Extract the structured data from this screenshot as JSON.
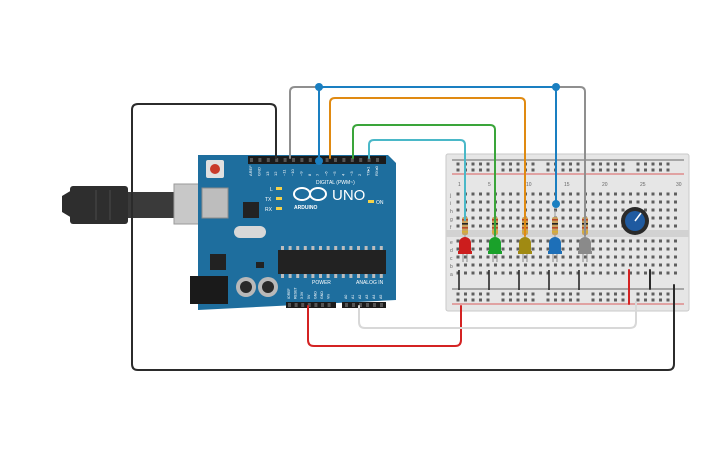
{
  "board": {
    "brand": "UNO",
    "logo_text": "ARDUINO",
    "digital_header": "DIGITAL (PWM~)",
    "power_label": "POWER",
    "analog_label": "ANALOG IN",
    "on_label": "ON",
    "led_labels": [
      "L",
      "TX",
      "RX"
    ],
    "top_pins": [
      "AREF",
      "GND",
      "13",
      "12",
      "~11",
      "~10",
      "~9",
      "8",
      "7",
      "~6",
      "~5",
      "4",
      "~3",
      "2",
      "TX▸1",
      "RX◂0"
    ],
    "power_pins": [
      "IOREF",
      "RESET",
      "3.3V",
      "5V",
      "GND",
      "GND",
      "Vin"
    ],
    "analog_pins": [
      "A0",
      "A1",
      "A2",
      "A3",
      "A4",
      "A5"
    ]
  },
  "breadboard": {
    "row_letters_top": [
      "j",
      "i",
      "h",
      "g",
      "f"
    ],
    "row_letters_bottom": [
      "e",
      "d",
      "c",
      "b",
      "a"
    ],
    "column_numbers": [
      "1",
      "5",
      "10",
      "15",
      "20",
      "25",
      "30"
    ]
  },
  "components": {
    "leds": [
      {
        "name": "red-led",
        "color": "#cc1d1d"
      },
      {
        "name": "green-led",
        "color": "#1aa12a"
      },
      {
        "name": "yellow-led",
        "color": "#a08a12"
      },
      {
        "name": "blue-led",
        "color": "#1d6fb8"
      },
      {
        "name": "white-led",
        "color": "#8a8a8a"
      }
    ]
  },
  "wire_colors": {
    "black": "#2b2b2b",
    "gray": "#8f8f8f",
    "blue": "#1a7fc1",
    "orange": "#e08a12",
    "green": "#3aa53a",
    "cyan": "#4ab8c8",
    "red": "#d42323",
    "white": "#d8d8d8"
  },
  "colors": {
    "board_blue": "#1e6e9e",
    "breadboard": "#e4e4e4"
  }
}
